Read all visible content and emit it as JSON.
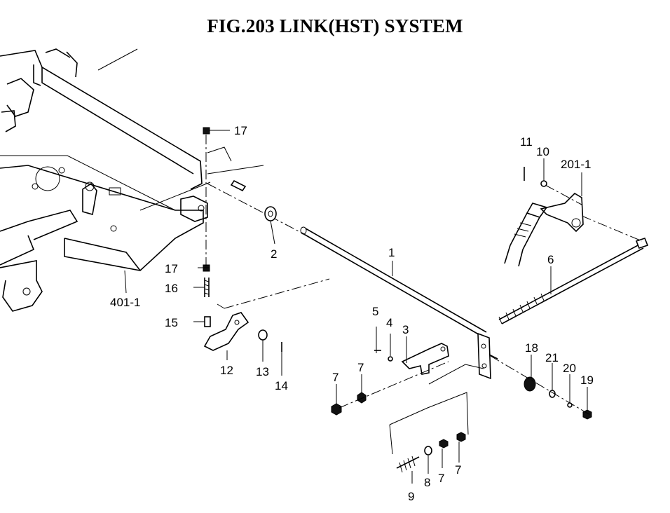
{
  "title": "FIG.203  LINK(HST) SYSTEM",
  "callouts": {
    "c1": "1",
    "c2": "2",
    "c3": "3",
    "c4": "4",
    "c5": "5",
    "c6": "6",
    "c7a": "7",
    "c7b": "7",
    "c7c": "7",
    "c7d": "7",
    "c8": "8",
    "c9": "9",
    "c10": "10",
    "c11": "11",
    "c12": "12",
    "c13": "13",
    "c14": "14",
    "c15": "15",
    "c16": "16",
    "c17a": "17",
    "c17b": "17",
    "c18": "18",
    "c19": "19",
    "c20": "20",
    "c21": "21",
    "c201": "201-1",
    "c401": "401-1"
  }
}
